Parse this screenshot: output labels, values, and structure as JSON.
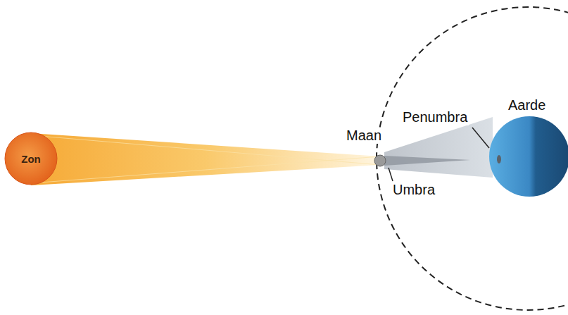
{
  "diagram": {
    "nodes": [
      {
        "text": [
          "Zon"
        ]
      }
    ],
    "labels": [
      "Maan",
      "Penumbra",
      "Umbra",
      "Aarde"
    ]
  }
}
